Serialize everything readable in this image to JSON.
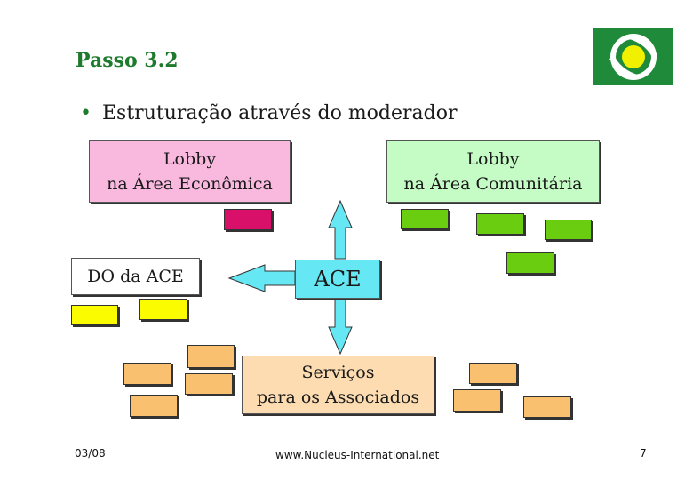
{
  "title": "Passo 3.2",
  "bullet": "Estruturação através do moderador",
  "boxes": {
    "lobby_economica": "Lobby\nna Área Econômica",
    "lobby_comunitaria": "Lobby\nna Área Comunitária",
    "do_ace": "DO da ACE",
    "ace": "ACE",
    "servicos": "Serviços\npara os Associados"
  },
  "footer": {
    "date": "03/08",
    "url": "www.Nucleus-International.net",
    "page": "7"
  },
  "colors": {
    "title_green": "#1e7a2c",
    "pink": "#f9b9df",
    "light_green": "#c5fcc5",
    "cyan": "#66e8f4",
    "peach": "#fcdcb0",
    "magenta": "#d8106a",
    "green_block": "#6acd10",
    "yellow_block": "#fcfc00",
    "orange_block": "#f9c070",
    "logo_green": "#1e8a3a",
    "logo_yellow": "#f0f000"
  },
  "icons": {
    "logo": "nucleus-logo"
  }
}
